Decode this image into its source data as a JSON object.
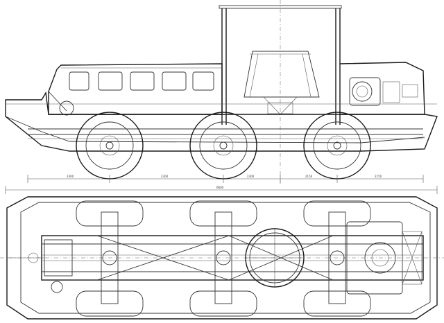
{
  "drawing": {
    "dimensions": {
      "side_view": [
        "2300",
        "2300",
        "2300",
        "2150",
        "2150"
      ],
      "plan_view_overall": "6600"
    },
    "colors": {
      "line": "#333333",
      "background": "#ffffff"
    }
  }
}
